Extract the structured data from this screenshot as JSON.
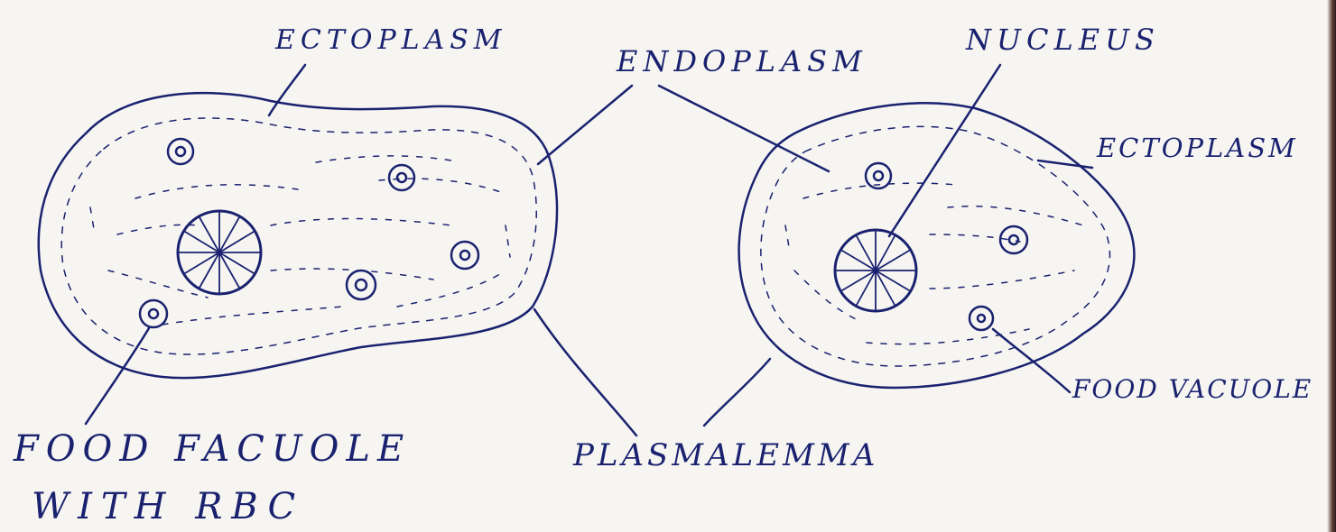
{
  "labels": {
    "ectoplasm_left": "ECTOPLASM",
    "endoplasm": "ENDOPLASM",
    "nucleus": "NUCLEUS",
    "ectoplasm_right": "ECTOPLASM",
    "food_vacuole_rbc_line1": "FOOD FACUOLE",
    "food_vacuole_rbc_line2": "WITH RBC",
    "plasmalemma": "PLASMALEMMA",
    "food_vacuole": "FOOD VACUOLE"
  },
  "colors": {
    "ink": "#1a2270",
    "paper": "#f6f5f1"
  }
}
